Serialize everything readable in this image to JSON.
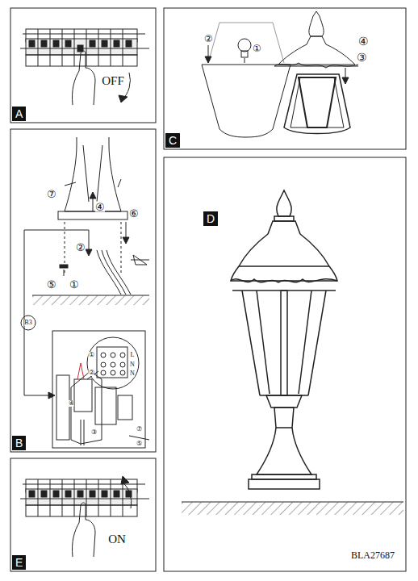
{
  "diagram": {
    "nodes": [
      {
        "text": [
          "A"
        ]
      },
      {
        "text": [
          "B"
        ]
      },
      {
        "text": [
          "C"
        ]
      },
      {
        "text": [
          "D"
        ]
      },
      {
        "text": [
          "E"
        ]
      }
    ],
    "labels": [
      "OFF",
      "②",
      "①",
      "④",
      "③",
      "⑦",
      "④",
      "⑥",
      "②",
      "⑤",
      "①",
      "B3",
      "①",
      "②",
      "L",
      "N",
      "N",
      "③",
      "④",
      "⑦",
      "⑤",
      "ON",
      "BLA27687"
    ]
  }
}
